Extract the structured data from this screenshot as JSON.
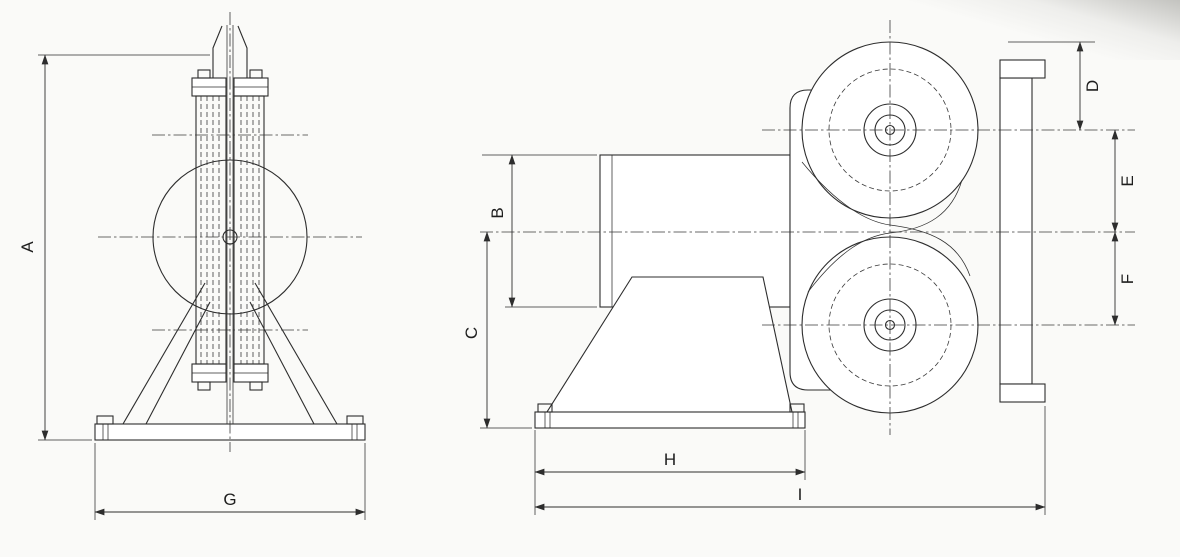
{
  "canvas": {
    "background": "#fafaf8",
    "ink": "#2d2d2d",
    "centerline_color": "#3a3a3a"
  },
  "dimension_labels": {
    "A": "A",
    "B": "B",
    "C": "C",
    "D": "D",
    "E": "E",
    "F": "F",
    "G": "G",
    "H": "H",
    "I": "I"
  }
}
